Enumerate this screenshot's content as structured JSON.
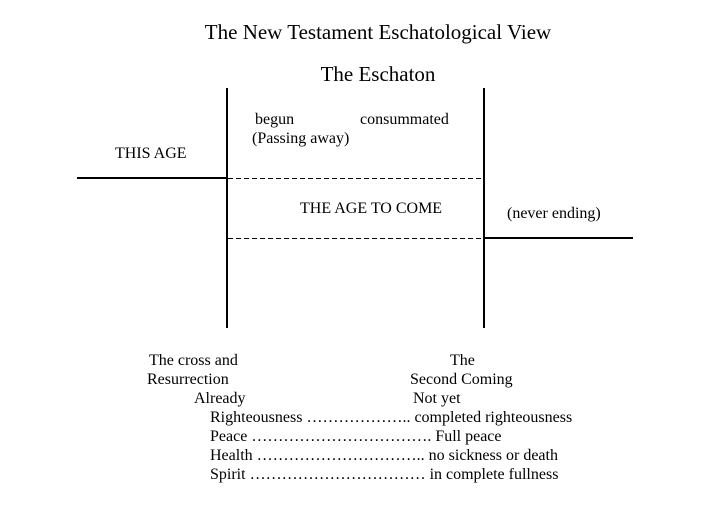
{
  "page": {
    "title": "The New Testament Eschatological View",
    "subtitle": "The Eschaton"
  },
  "diagram": {
    "this_age_label": "THIS AGE",
    "begun_label": "begun",
    "consummated_label": "consummated",
    "passing_away_label": "(Passing away)",
    "age_to_come_label": "THE AGE TO COME",
    "never_ending_label": "(never ending)"
  },
  "annotations": {
    "cross_event_line1": "The cross and",
    "cross_event_line2": "Resurrection",
    "second_coming_line1": "The",
    "second_coming_line2": "Second Coming",
    "already_label": "Already",
    "not_yet_label": "Not yet",
    "comparisons": [
      {
        "already": "Righteousness",
        "dots": "………………..",
        "not_yet": "completed righteousness"
      },
      {
        "already": "Peace",
        "dots": "…………………………….",
        "not_yet": "Full peace"
      },
      {
        "already": "Health",
        "dots": "…………………………..",
        "not_yet": "no sickness or death"
      },
      {
        "already": "Spirit",
        "dots": "……………………………",
        "not_yet": "in complete fullness"
      }
    ]
  },
  "colors": {
    "ink": "#000000",
    "background": "#ffffff"
  }
}
